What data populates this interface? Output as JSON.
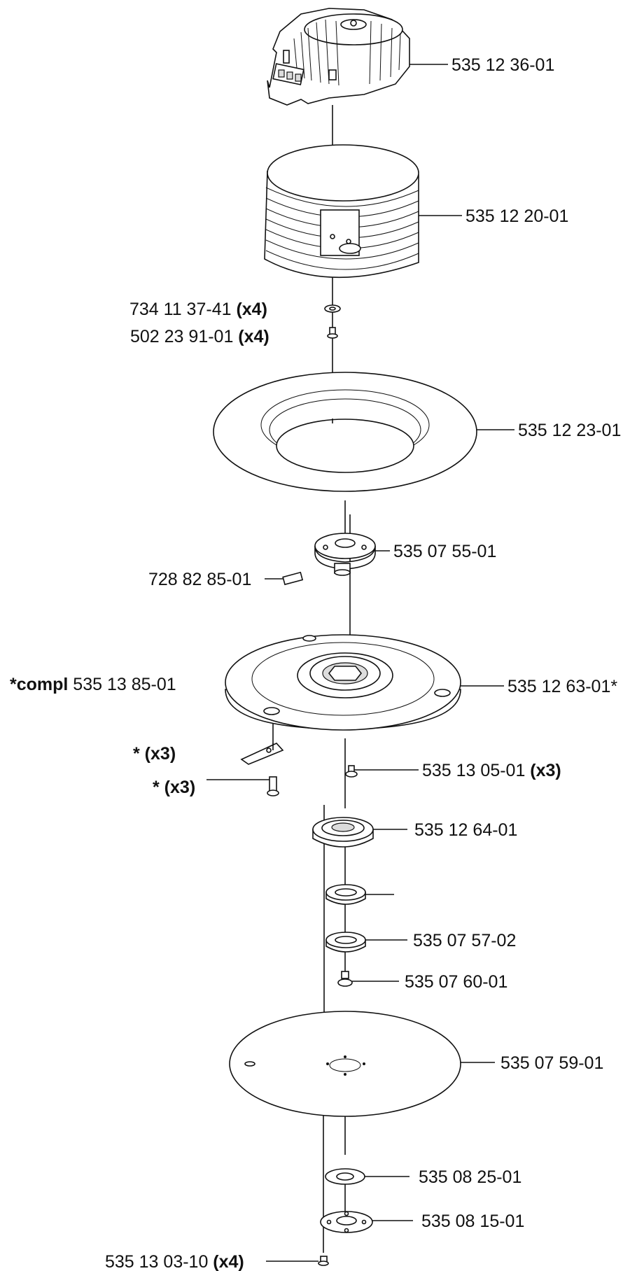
{
  "diagram": {
    "labels": [
      {
        "id": "motor",
        "text": "535 12 36-01",
        "suffix": ""
      },
      {
        "id": "motor-cover",
        "text": "535 12 20-01",
        "suffix": ""
      },
      {
        "id": "washer-a",
        "text": "734 11 37-41 ",
        "suffix": "(x4)"
      },
      {
        "id": "screw-a",
        "text": "502 23 91-01 ",
        "suffix": "(x4)"
      },
      {
        "id": "ring-plate",
        "text": "535 12 23-01",
        "suffix": ""
      },
      {
        "id": "hub",
        "text": "535 07 55-01",
        "suffix": ""
      },
      {
        "id": "set-screw",
        "text": "728 82 85-01",
        "suffix": ""
      },
      {
        "id": "compl",
        "prefix": "*compl",
        "text": " 535 13 85-01",
        "suffix": ""
      },
      {
        "id": "blade-disc",
        "text": "535 12 63-01*",
        "suffix": ""
      },
      {
        "id": "star-blade",
        "text": "*",
        "suffix": " (x3)"
      },
      {
        "id": "star-screw",
        "text": "*",
        "suffix": " (x3)"
      },
      {
        "id": "screw-b",
        "text": "535 13 05-01 ",
        "suffix": "(x3)"
      },
      {
        "id": "bearing-housing",
        "text": "535 12 64-01",
        "suffix": ""
      },
      {
        "id": "bearing",
        "text": "535 07 57-02",
        "suffix": ""
      },
      {
        "id": "nut",
        "text": "535 07 60-01",
        "suffix": ""
      },
      {
        "id": "skid-plate",
        "text": "535 07 59-01",
        "suffix": ""
      },
      {
        "id": "washer-b",
        "text": "535 08 25-01",
        "suffix": ""
      },
      {
        "id": "bushing-plate",
        "text": "535 08 15-01",
        "suffix": ""
      },
      {
        "id": "screw-c",
        "text": "535 13 03-10 ",
        "suffix": "(x4)"
      }
    ]
  }
}
